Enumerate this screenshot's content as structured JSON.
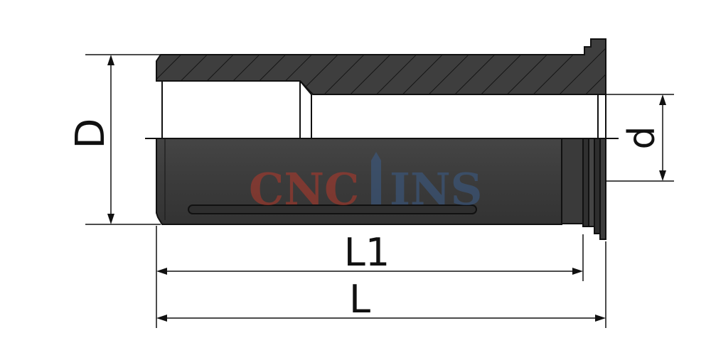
{
  "drawing": {
    "labels": {
      "D": "D",
      "d": "d",
      "L1": "L1",
      "L": "L"
    },
    "watermark": {
      "part1": "CNC",
      "part2": "INS"
    },
    "colors": {
      "body": "#3c3c3c",
      "outline": "#111111",
      "hatch": "#1a1a1a",
      "watermark_red": "#b5392b",
      "watermark_blue": "#3b5d8a"
    }
  }
}
